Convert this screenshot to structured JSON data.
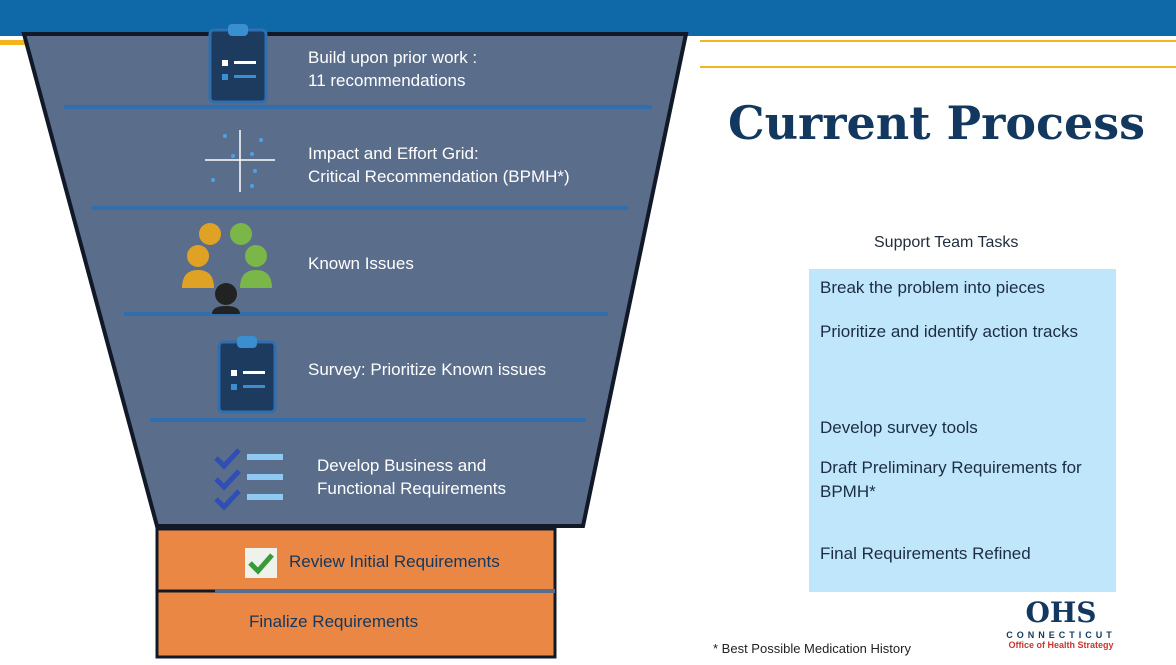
{
  "funnel": {
    "stages": [
      {
        "label_line1": "Build upon prior work :",
        "label_line2": "11 recommendations",
        "icon": "clipboard-icon"
      },
      {
        "label_line1": "Impact and Effort Grid:",
        "label_line2": "Critical Recommendation (BPMH*)",
        "icon": "scatter-grid-icon"
      },
      {
        "label_line1": "Known Issues",
        "icon": "people-group-icon"
      },
      {
        "label_line1": "Survey: Prioritize Known issues",
        "icon": "clipboard-icon"
      },
      {
        "label_line1": "Develop Business and",
        "label_line2": "Functional Requirements",
        "icon": "checklist-icon"
      }
    ],
    "steps": [
      {
        "label": "Review Initial Requirements",
        "icon": "checkbox-checked-icon"
      },
      {
        "label": "Finalize Requirements"
      }
    ]
  },
  "title": "Current Process",
  "support": {
    "heading": "Support Team Tasks",
    "tasks": [
      "Break the problem into pieces",
      "Prioritize and identify action tracks",
      "Develop survey tools",
      "Draft Preliminary Requirements for BPMH*",
      "Final Requirements Refined"
    ]
  },
  "footnote": "* Best Possible Medication History",
  "logo": {
    "main": "OHS",
    "line1": "CONNECTICUT",
    "line2": "Office of Health Strategy"
  },
  "colors": {
    "funnel": "#5a6e8b",
    "accent_blue": "#0f68a8",
    "orange": "#ea8745",
    "light_blue": "#bfe6fb",
    "gold": "#f2b51d"
  }
}
